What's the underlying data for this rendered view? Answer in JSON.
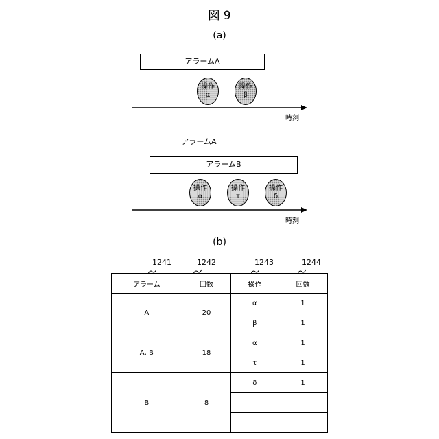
{
  "figure": {
    "title": "図 9"
  },
  "panel_a": {
    "label": "(a)",
    "timeline1": {
      "alarms": [
        "アラームA"
      ],
      "operations": [
        {
          "name": "操作",
          "symbol": "α"
        },
        {
          "name": "操作",
          "symbol": "β"
        }
      ],
      "axis_label": "時刻"
    },
    "timeline2": {
      "alarms": [
        "アラームA",
        "アラームB"
      ],
      "operations": [
        {
          "name": "操作",
          "symbol": "α"
        },
        {
          "name": "操作",
          "symbol": "τ"
        },
        {
          "name": "操作",
          "symbol": "δ"
        }
      ],
      "axis_label": "時刻"
    }
  },
  "panel_b": {
    "label": "(b)",
    "ref_numbers": [
      "1241",
      "1242",
      "1243",
      "1244"
    ],
    "headers": [
      "アラーム",
      "回数",
      "操作",
      "回数"
    ],
    "groups": [
      {
        "alarm": "A",
        "count": "20",
        "ops": [
          {
            "op": "α",
            "count": "1"
          },
          {
            "op": "β",
            "count": "1"
          }
        ]
      },
      {
        "alarm": "A, B",
        "count": "18",
        "ops": [
          {
            "op": "α",
            "count": "1"
          },
          {
            "op": "τ",
            "count": "1"
          }
        ]
      },
      {
        "alarm": "B",
        "count": "8",
        "ops": [
          {
            "op": "δ",
            "count": "1"
          },
          {
            "op": "",
            "count": ""
          },
          {
            "op": "",
            "count": ""
          }
        ]
      }
    ]
  }
}
